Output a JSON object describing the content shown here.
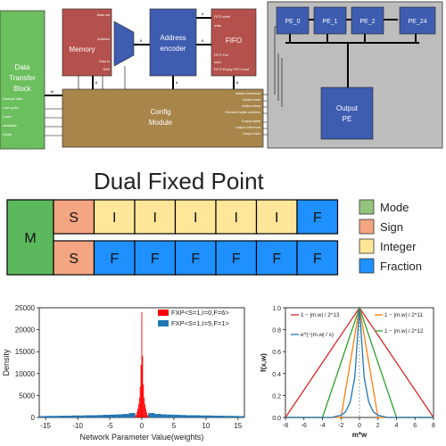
{
  "block_diagram": {
    "data_transfer_block": "Data Transfer Block",
    "dt_ports": [
      "Sample data",
      "Last spike",
      "Label",
      "available",
      "ready"
    ],
    "bus_16": "16",
    "memory": {
      "title": "Memory",
      "left_ports": [
        "Address",
        "Data in",
        "R/W"
      ],
      "top_port": "Data out"
    },
    "address_encoder": "Address encoder",
    "fifo": {
      "title": "FIFO",
      "left_ports": [
        "FIFO write",
        "write"
      ],
      "bottom_ports": [
        "FIFO Full",
        "read",
        "FIFO Empty FIFO read"
      ]
    },
    "config_module": "Config Module",
    "config_right_ports": [
      "hidden inference",
      "hidden train",
      "hidden done",
      "Encoded spike address",
      "Output spike",
      "Output inference",
      "Output train"
    ],
    "pe_units": [
      "PE_0",
      "PE_1",
      "PE_2",
      "PE_24"
    ],
    "output_pe": "Output PE",
    "bus_widths": [
      "8",
      "8",
      "8",
      "8",
      "8",
      "8",
      "3",
      "2",
      "3"
    ]
  },
  "dual_fixed_point": {
    "title": "Dual Fixed Point",
    "mode_cell": "M",
    "row1": [
      "S",
      "I",
      "I",
      "I",
      "I",
      "I",
      "F"
    ],
    "row2": [
      "S",
      "F",
      "F",
      "F",
      "F",
      "F",
      "F"
    ],
    "colors": {
      "mode": "#5CB85C",
      "sign": "#F4A582",
      "integer": "#FFE699",
      "fraction": "#1E90FF"
    },
    "legend": [
      {
        "label": "Mode",
        "color": "#93C47D"
      },
      {
        "label": "Sign",
        "color": "#F4A582"
      },
      {
        "label": "Integer",
        "color": "#FFE699"
      },
      {
        "label": "Fraction",
        "color": "#1E90FF"
      }
    ]
  },
  "chart_data": [
    {
      "type": "bar",
      "xlabel": "Network Parameter Value(weights)",
      "ylabel": "Density",
      "xlim": [
        -16,
        16
      ],
      "ylim": [
        0,
        25000
      ],
      "x_ticks": [
        -15,
        -10,
        -5,
        0,
        5,
        10,
        15
      ],
      "y_ticks": [
        0,
        5000,
        10000,
        15000,
        20000,
        25000
      ],
      "legend_position": "upper-right",
      "series": [
        {
          "name": "FXP<S=1,I=0,F=6>",
          "color": "#FF0000",
          "x": [
            -1.0,
            -0.875,
            -0.75,
            -0.625,
            -0.5,
            -0.375,
            -0.25,
            -0.125,
            0.0,
            0.125,
            0.25,
            0.375,
            0.5,
            0.625,
            0.75,
            0.875,
            1.0
          ],
          "values": [
            300,
            600,
            1200,
            2000,
            3000,
            4500,
            7000,
            12000,
            24000,
            14000,
            7500,
            4500,
            3000,
            2000,
            1200,
            600,
            300
          ]
        },
        {
          "name": "FXP<S=1,I=5,F=1>",
          "color": "#1F77B4",
          "x": [
            -15.5,
            -14.5,
            -13.5,
            -12.5,
            -11.5,
            -10.5,
            -9.5,
            -8.5,
            -7.5,
            -6.5,
            -5.5,
            -4.5,
            -3.5,
            -2.5,
            -1.5,
            1.5,
            2.5,
            3.5,
            4.5,
            5.5,
            6.5,
            7.5,
            8.5,
            9.5,
            10.5,
            11.5,
            12.5,
            13.5,
            14.5,
            15.5
          ],
          "values": [
            300,
            350,
            350,
            400,
            400,
            450,
            450,
            500,
            500,
            550,
            600,
            650,
            700,
            800,
            1000,
            1000,
            800,
            700,
            650,
            600,
            550,
            500,
            500,
            450,
            450,
            400,
            400,
            350,
            350,
            300
          ]
        }
      ]
    },
    {
      "type": "line",
      "xlabel": "m*w",
      "ylabel": "f(x,w)",
      "xlim": [
        -8,
        8
      ],
      "ylim": [
        0,
        1
      ],
      "x_ticks": [
        -8,
        -6,
        -4,
        -2,
        0,
        2,
        4,
        6,
        8
      ],
      "y_ticks": [
        0.0,
        0.2,
        0.4,
        0.6,
        0.8,
        1.0
      ],
      "legend": [
        {
          "formula": "1 − |m.w| / 2^13",
          "color": "#D62728",
          "position": "upper-left"
        },
        {
          "formula": "e^(−|m.w| / s)",
          "color": "#1F77B4",
          "position": "left"
        },
        {
          "formula": "1 − |m.w| / 2^11",
          "color": "#FF7F0E",
          "position": "upper-right"
        },
        {
          "formula": "1 − |m.w| / 2^12",
          "color": "#2CA02C",
          "position": "right"
        }
      ],
      "series": [
        {
          "name": "red",
          "color": "#D62728",
          "x": [
            -8,
            0,
            8
          ],
          "values": [
            0,
            1,
            0
          ]
        },
        {
          "name": "green",
          "color": "#2CA02C",
          "x": [
            -8,
            -4,
            0,
            4,
            8
          ],
          "values": [
            0,
            0,
            1,
            0,
            0
          ]
        },
        {
          "name": "orange",
          "color": "#FF7F0E",
          "x": [
            -8,
            -2,
            0,
            2,
            8
          ],
          "values": [
            0,
            0,
            1,
            0,
            0
          ]
        },
        {
          "name": "blue",
          "color": "#1F77B4",
          "x": [
            -8,
            -4,
            -3,
            -2,
            -1.5,
            -1,
            -0.5,
            0,
            0.5,
            1,
            1.5,
            2,
            3,
            4,
            8
          ],
          "values": [
            0.0,
            0.0,
            0.0,
            0.02,
            0.05,
            0.14,
            0.37,
            1.0,
            0.37,
            0.14,
            0.05,
            0.02,
            0.0,
            0.0,
            0.0
          ]
        }
      ]
    }
  ]
}
